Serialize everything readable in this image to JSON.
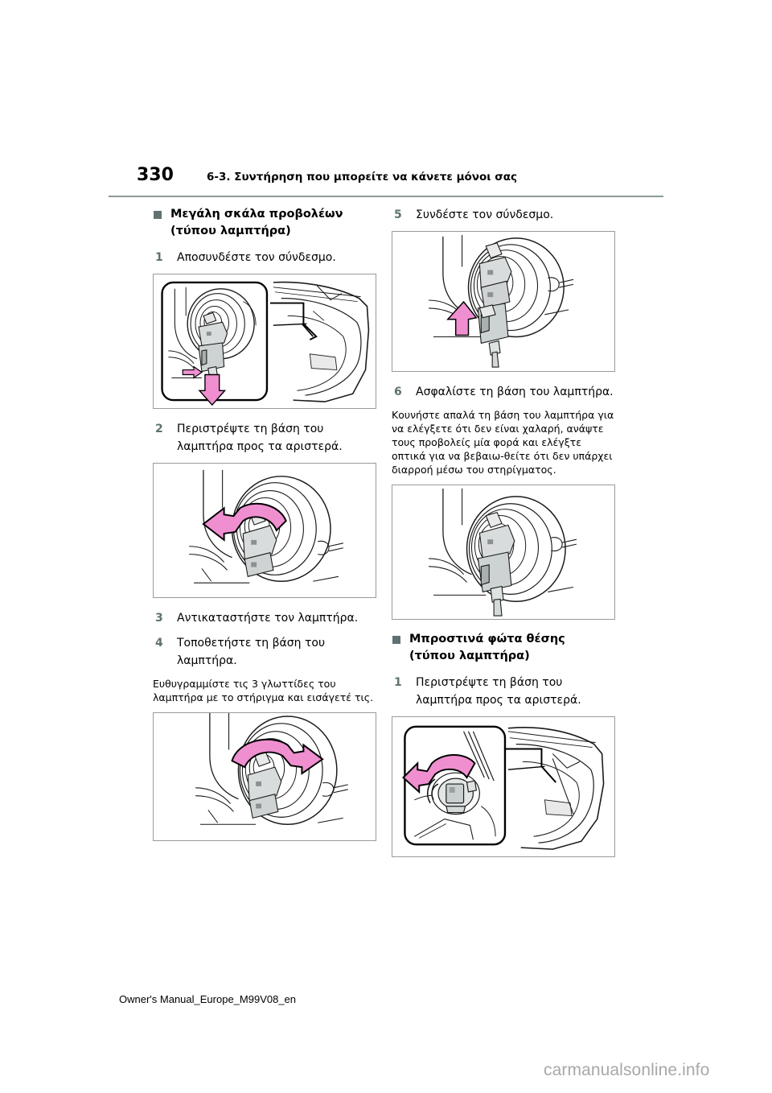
{
  "document": {
    "page_number": "330",
    "header_title": "6-3. Συντήρηση που μπορείτε να κάνετε μόνοι σας",
    "footer_filename": "Owner's Manual_Europe_M99V08_en",
    "watermark": "carmanualsonline.info",
    "accent_color": "#5e7272",
    "rule_color": "#8c9a9a",
    "figure_border_color": "#9a9a9a",
    "arrow_color": "#ef8fd0"
  },
  "left_column": {
    "section": {
      "bullet_icon": "square-bullet-icon",
      "title_line1": "Μεγάλη σκάλα προβολέων",
      "title_line2": "(τύπου λαμπτήρα)"
    },
    "step1": {
      "num": "1",
      "text": "Αποσυνδέστε τον σύνδεσμο."
    },
    "figure1_caption": "headlight-bulb-connector-removal-illustration",
    "step2": {
      "num": "2",
      "text": "Περιστρέψτε τη βάση του λαμπτήρα προς τα αριστερά."
    },
    "figure2_caption": "bulb-base-rotate-left-illustration",
    "step3": {
      "num": "3",
      "text": "Αντικαταστήστε τον λαμπτήρα."
    },
    "step4": {
      "num": "4",
      "text": "Τοποθετήστε τη βάση του λαμπτήρα."
    },
    "note4": "Ευθυγραμμίστε τις 3 γλωττίδες του λαμπτήρα με το στήριγμα και εισάγετέ τις.",
    "figure3_caption": "bulb-base-rotate-right-illustration"
  },
  "right_column": {
    "step5": {
      "num": "5",
      "text": "Συνδέστε τον σύνδεσμο."
    },
    "figure4_caption": "connector-attach-illustration",
    "step6": {
      "num": "6",
      "text": "Ασφαλίστε τη βάση του λαμπτήρα."
    },
    "note6": "Κουνήστε απαλά τη βάση του λαμπτήρα για να ελέγξετε ότι δεν είναι χαλαρή, ανάψτε τους προβολείς μία φορά και ελέγξτε οπτικά για να βεβαιω-θείτε ότι δεν υπάρχει διαρροή μέσω του στηρίγματος.",
    "figure5_caption": "bulb-base-secured-illustration",
    "section2": {
      "bullet_icon": "square-bullet-icon",
      "title_line1": "Μπροστινά φώτα θέσης",
      "title_line2": "(τύπου λαμπτήρα)"
    },
    "step7": {
      "num": "1",
      "text": "Περιστρέψτε τη βάση του λαμπτήρα προς τα αριστερά."
    },
    "figure6_caption": "front-position-light-rotate-illustration"
  }
}
